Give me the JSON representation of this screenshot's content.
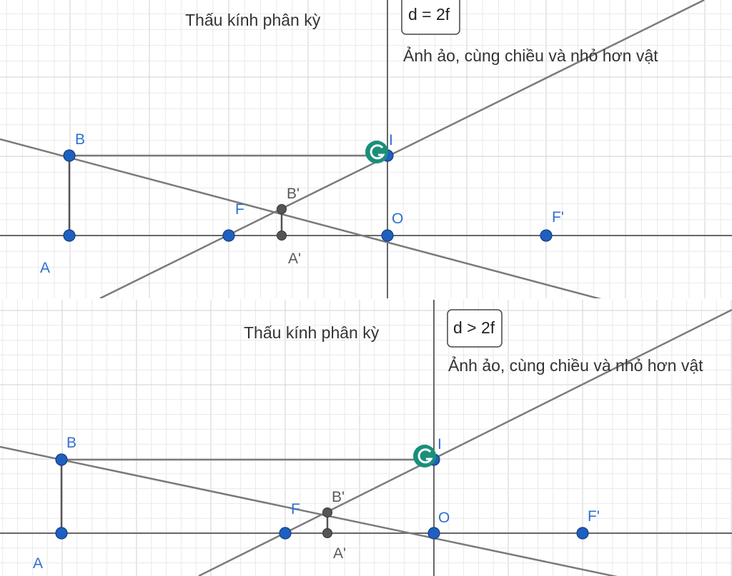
{
  "panels": [
    {
      "title": "Thấu kính phân kỳ",
      "condition": "d = 2f",
      "result": "Ảnh ảo, cùng chiều và nhỏ hơn vật",
      "points": {
        "B": "B",
        "A": "A",
        "I": "I",
        "F": "F",
        "B_img": "B'",
        "A_img": "A'",
        "O": "O",
        "F_img": "F'"
      }
    },
    {
      "title": "Thấu kính phân kỳ",
      "condition": "d > 2f",
      "result": "Ảnh ảo, cùng chiều và nhỏ hơn vật",
      "points": {
        "B": "B",
        "A": "A",
        "I": "I",
        "F": "F",
        "B_img": "B'",
        "A_img": "A'",
        "O": "O",
        "F_img": "F'"
      }
    }
  ],
  "colors": {
    "point": "#1f5fbf",
    "label": "#2f6fd0",
    "ray": "#7a7a7a",
    "grid": "#e9e9e9",
    "tool_icon": "#1a8f7a"
  }
}
